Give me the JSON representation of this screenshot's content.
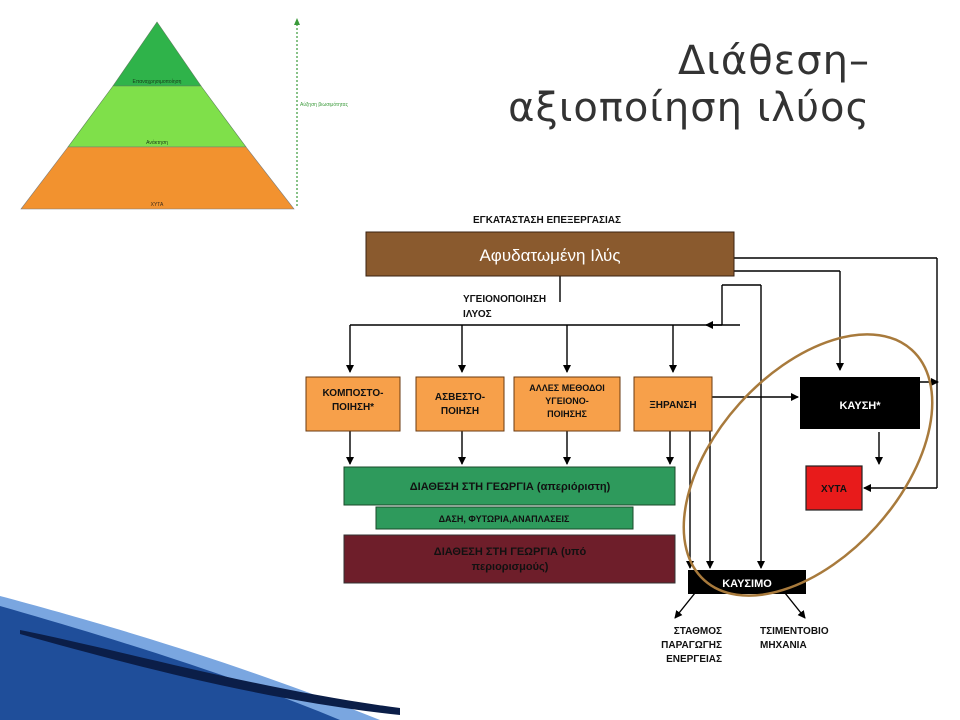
{
  "slide": {
    "title_line1": "Διάθεση–",
    "title_line2": "αξιοποίηση ιλύος"
  },
  "pyramid": {
    "levels": [
      {
        "label": "Επαναχρησιμοποίηση",
        "color": "#2fb34a"
      },
      {
        "label": "Ανάκτηση",
        "color": "#7fe04a"
      },
      {
        "label": "ΧΥΤΑ",
        "color": "#f2922f"
      }
    ],
    "axis_label": "Αύξηση βιωσιμότητας",
    "axis_color": "#3a9a3a"
  },
  "flowchart": {
    "plant_label": "ΕΓΚΑΤΑΣΤΑΣΗ ΕΠΕΞΕΡΓΑΣΙΑΣ",
    "sludge_box": "Αφυδατωμένη Ιλύς",
    "sanitization_line1": "ΥΓΕΙΟΝΟΠΟΙΗΣΗ",
    "sanitization_line2": "ΙΛΥΟΣ",
    "composting": [
      "ΚΟΜΠΟΣΤΟ-",
      "ΠΟΙΗΣΗ*"
    ],
    "liming": [
      "ΑΣΒΕΣΤΟ-",
      "ΠΟΙΗΣΗ"
    ],
    "other_methods": [
      "ΑΛΛΕΣ ΜΕΘΟΔΟΙ",
      "ΥΓΕΙΟΝΟ-",
      "ΠΟΙΗΣΗΣ"
    ],
    "drying": "ΞΗΡΑΝΣΗ",
    "incineration": "ΚΑΥΣΗ*",
    "landfill": "ΧΥΤΑ",
    "agri_unrestricted": "ΔΙΑΘΕΣΗ ΣΤΗ ΓΕΩΡΓΙΑ (απεριόριστη)",
    "forests": "ΔΑΣΗ, ΦΥΤΩΡΙΑ,ΑΝΑΠΛΑΣΕΙΣ",
    "agri_restricted": [
      "ΔΙΑΘΕΣΗ ΣΤΗ ΓΕΩΡΓΙΑ (υπό",
      "περιορισμούς)"
    ],
    "fuel": "ΚΑΥΣΙΜΟ",
    "power_station": [
      "ΣΤΑΘΜΟΣ",
      "ΠΑΡΑΓΩΓΗΣ",
      "ΕΝΕΡΓΕΙΑΣ"
    ],
    "cement_kiln": [
      "ΤΣΙΜΕΝΤΟΒΙΟ",
      "ΜΗΧΑΝΙΑ"
    ],
    "colors": {
      "brown": "#8a5a2e",
      "orange": "#f7a04a",
      "green": "#2e9a5c",
      "maroon": "#6e1e2a",
      "black": "#000000",
      "red": "#e81b1b",
      "ellipse": "#a87a3c"
    }
  },
  "decoration": {
    "swoosh_colors": [
      "#1f4e9a",
      "#7aa6e0",
      "#0b1e48"
    ]
  }
}
